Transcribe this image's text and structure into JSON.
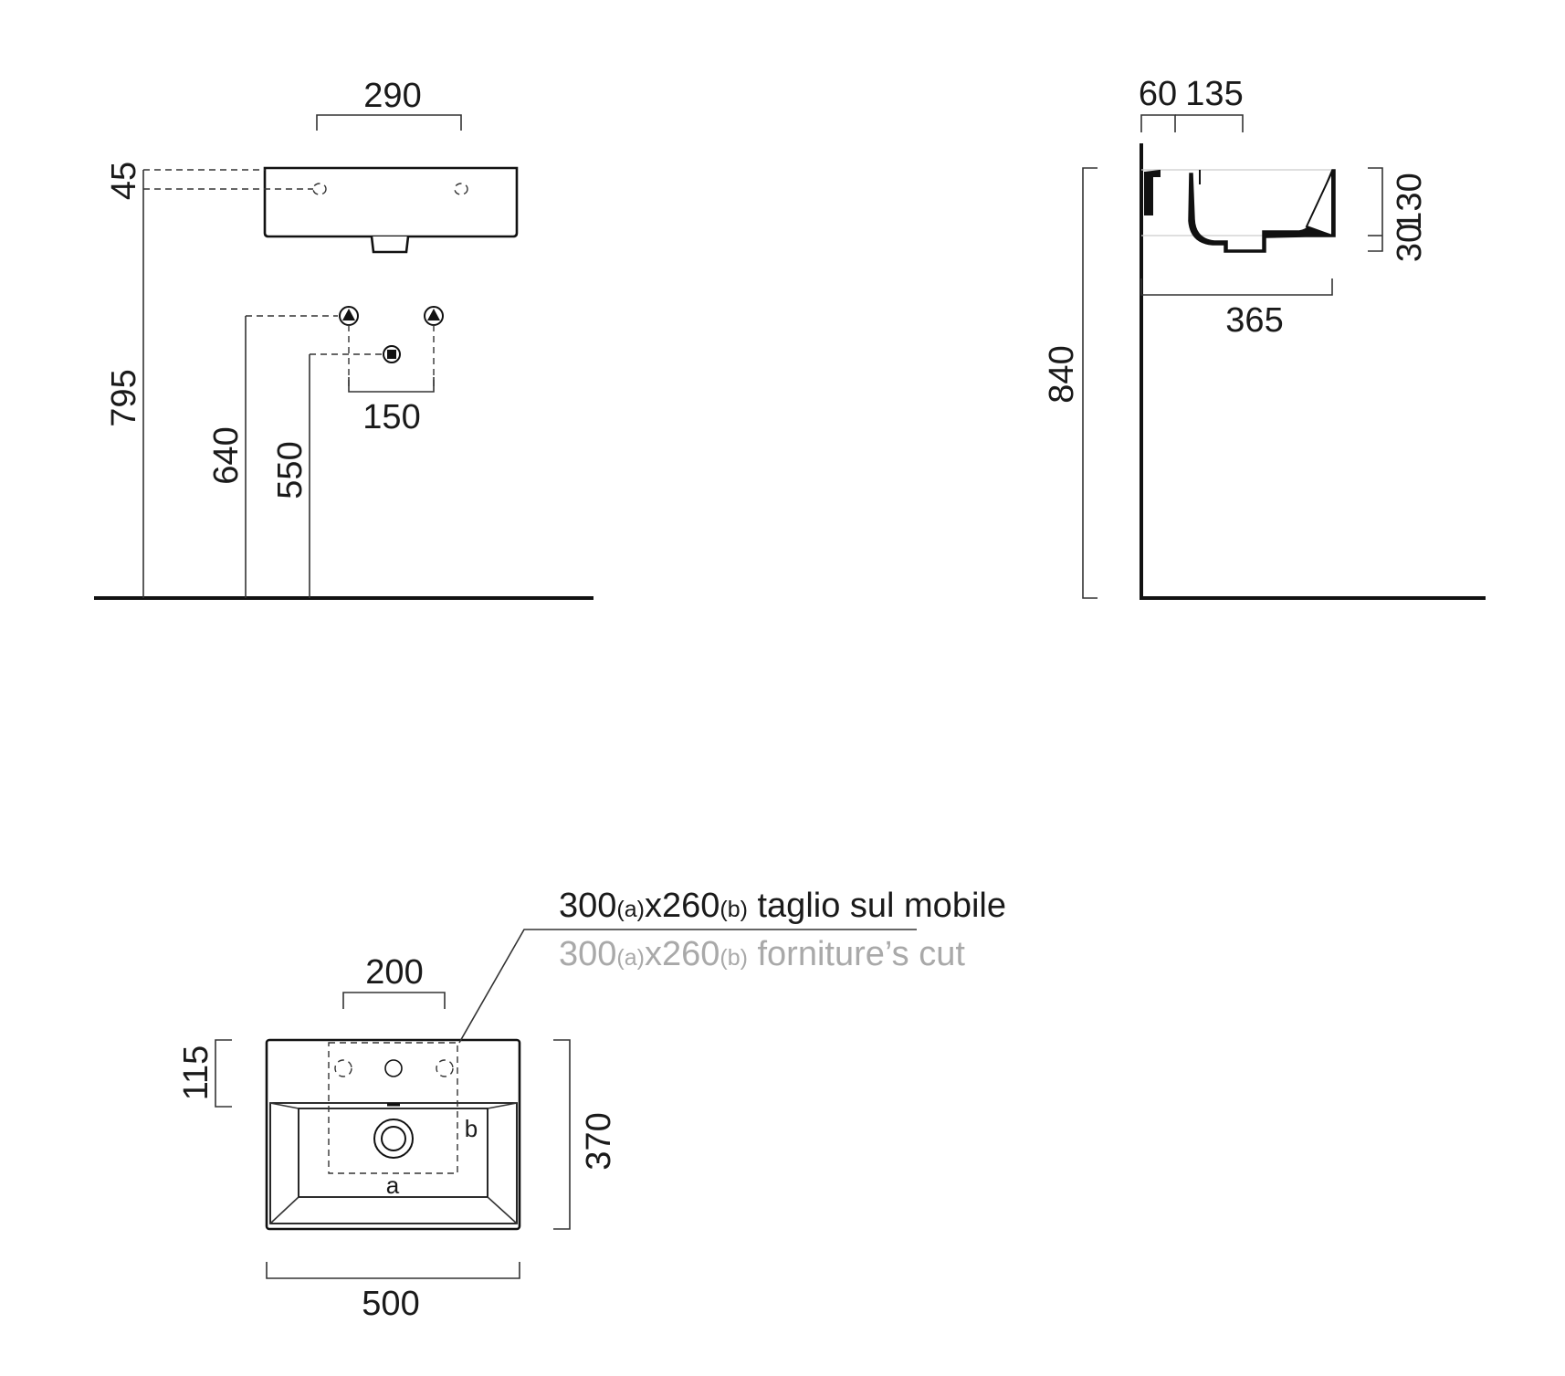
{
  "front_view": {
    "dim_width_top": "290",
    "dim_top_offset": "45",
    "dim_height_overall": "795",
    "dim_height_supply": "640",
    "dim_height_waste": "550",
    "dim_supply_spacing": "150"
  },
  "side_view": {
    "dim_wall_offset": "60",
    "dim_hole_depth": "135",
    "dim_depth": "365",
    "dim_total_height": "840",
    "dim_basin_height": "130",
    "dim_base_height": "30"
  },
  "top_view": {
    "dim_tap_area": "200",
    "dim_back_ledge": "115",
    "dim_depth": "370",
    "dim_width": "500",
    "label_a": "a",
    "label_b": "b",
    "note_it": {
      "v1": "300",
      "s1": "(a)",
      "v2": "x260",
      "s2": "(b)",
      "rest": " taglio sul mobile"
    },
    "note_en": {
      "v1": "300",
      "s1": "(a)",
      "v2": "x260",
      "s2": "(b)",
      "rest": " forniture’s cut"
    }
  }
}
